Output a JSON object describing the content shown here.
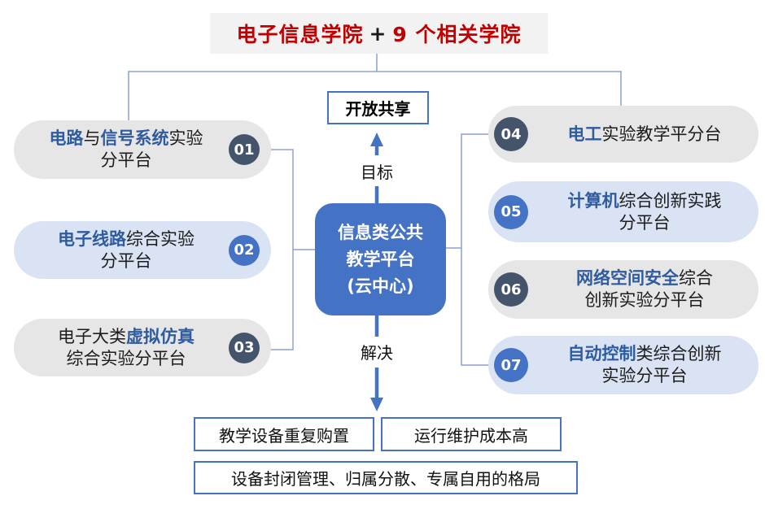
{
  "colors": {
    "accent_blue": "#4472c4",
    "dark_navy": "#44546a",
    "highlight_text_blue": "#2f5b9f",
    "title_red": "#c00000",
    "pill_gray": "#e7e6e6",
    "pill_light_blue": "#dae3f3",
    "connector_line": "#8ba2cf",
    "header_bg": "#f2f2f2"
  },
  "header": {
    "part1": "电子信息学院",
    "plus": "+",
    "part2": "9 个相关学院"
  },
  "center": {
    "goal_box": "开放共享",
    "goal_label": "目标",
    "hub_line1": "信息类公共",
    "hub_line2": "教学平台",
    "hub_line3": "(云中心)",
    "solve_label": "解决"
  },
  "platforms": {
    "p1": {
      "num": "01",
      "hl1": "电路",
      "t1": "与",
      "hl2": "信号系统",
      "t2": "实验",
      "line2": "分平台"
    },
    "p2": {
      "num": "02",
      "hl1": "电子线路",
      "t1": "综合实验",
      "line2": "分平台"
    },
    "p3": {
      "num": "03",
      "t1": "电子大类",
      "hl1": "虚拟仿真",
      "line2": "综合实验分平台"
    },
    "p4": {
      "num": "04",
      "hl1": "电工",
      "t1": "实验教学平分台"
    },
    "p5": {
      "num": "05",
      "hl1": "计算机",
      "t1": "综合创新实践",
      "line2": "分平台"
    },
    "p6": {
      "num": "06",
      "hl1": "网络空间安全",
      "t1": "综合",
      "line2": "创新实验分平台"
    },
    "p7": {
      "num": "07",
      "hl1": "自动控制",
      "t1": "类综合创新",
      "line2": "实验分平台"
    }
  },
  "problems": {
    "box1": "教学设备重复购置",
    "box2": "运行维护成本高",
    "box3": "设备封闭管理、归属分散、专属自用的格局"
  }
}
